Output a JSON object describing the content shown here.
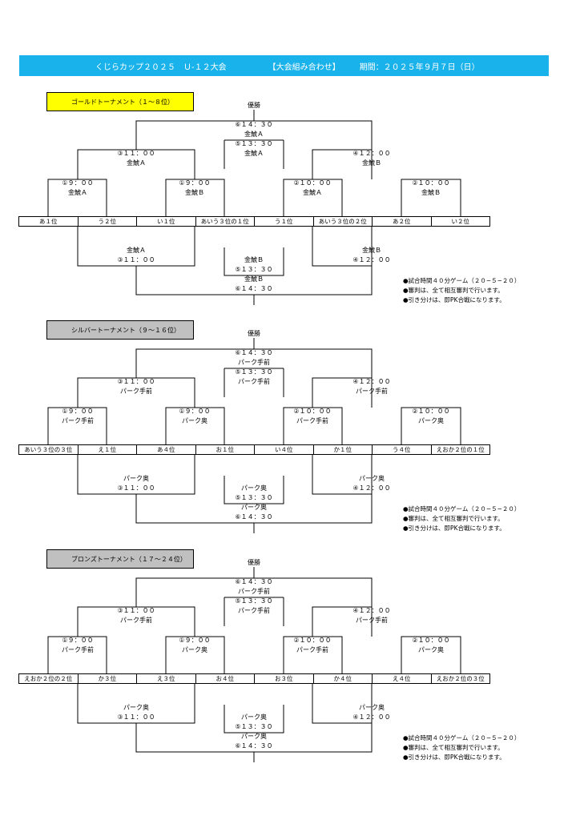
{
  "header": {
    "title": "くじらカップ２０２５　Ｕ-１２大会",
    "subtitle": "【大会組み合わせ】",
    "period": "期間：２０２５年９月７日（日）"
  },
  "notes": [
    "●試合時間４０分ゲーム（２０−５−２０）",
    "●審判は、全て相互審判で行います。",
    "●引き分けは、即PK合戦になります。"
  ],
  "sections": [
    {
      "name": "ゴールドトーナメント（１〜８位）",
      "color": "#ffff00",
      "champion": "優勝",
      "final_time": "⑥１４：３０",
      "final_court": "金鯱Ａ",
      "third_time": "⑤１３：３０",
      "third_court": "金鯱Ａ",
      "semi": [
        {
          "time": "③１１：００",
          "court": "金鯱Ａ"
        },
        {
          "time": "④１２：００",
          "court": "金鯱Ｂ"
        }
      ],
      "qf": [
        {
          "time": "①９：００",
          "court": "金鯱Ａ"
        },
        {
          "time": "①９：００",
          "court": "金鯱Ｂ"
        },
        {
          "time": "②１０：００",
          "court": "金鯱Ａ"
        },
        {
          "time": "②１０：００",
          "court": "金鯱Ｂ"
        }
      ],
      "seeds": [
        "あ１位",
        "う２位",
        "い１位",
        "あいう３位の１位",
        "う１位",
        "あいう３位の２位",
        "あ２位",
        "い２位"
      ],
      "lower_left": {
        "court": "金鯱Ａ",
        "time": "③１１：００"
      },
      "lower_right": {
        "court": "金鯱Ｂ",
        "time": "④１２：００"
      },
      "lower_mid_court": "金鯱Ｂ",
      "lower_mid_time": "⑤１３：３０",
      "lower_final_court": "金鯱Ｂ",
      "lower_final_time": "⑥１４：３０"
    },
    {
      "name": "シルバートーナメント（９〜１６位）",
      "color": "#c0c0c0",
      "champion": "優勝",
      "final_time": "⑥１４：３０",
      "final_court": "パーク手前",
      "third_time": "⑤１３：３０",
      "third_court": "パーク手前",
      "semi": [
        {
          "time": "③１１：００",
          "court": "パーク手前"
        },
        {
          "time": "④１２：００",
          "court": "パーク手前"
        }
      ],
      "qf": [
        {
          "time": "①９：００",
          "court": "パーク手前"
        },
        {
          "time": "①９：００",
          "court": "パーク奥"
        },
        {
          "time": "②１０：００",
          "court": "パーク手前"
        },
        {
          "time": "②１０：００",
          "court": "パーク奥"
        }
      ],
      "seeds": [
        "あいう３位の３位",
        "え１位",
        "あ４位",
        "お１位",
        "い４位",
        "か１位",
        "う４位",
        "えおか２位の１位"
      ],
      "lower_left": {
        "court": "パーク奥",
        "time": "③１１：００"
      },
      "lower_right": {
        "court": "パーク奥",
        "time": "④１２：００"
      },
      "lower_mid_court": "パーク奥",
      "lower_mid_time": "⑤１３：３０",
      "lower_final_court": "パーク奥",
      "lower_final_time": "⑥１４：３０"
    },
    {
      "name": "ブロンズトーナメント（１７〜２４位）",
      "color": "#c0c0c0",
      "champion": "優勝",
      "final_time": "⑥１４：３０",
      "final_court": "パーク手前",
      "third_time": "⑤１３：３０",
      "third_court": "パーク手前",
      "semi": [
        {
          "time": "③１１：００",
          "court": "パーク手前"
        },
        {
          "time": "④１２：００",
          "court": "パーク手前"
        }
      ],
      "qf": [
        {
          "time": "①９：００",
          "court": "パーク手前"
        },
        {
          "time": "①９：００",
          "court": "パーク奥"
        },
        {
          "time": "②１０：００",
          "court": "パーク手前"
        },
        {
          "time": "②１０：００",
          "court": "パーク奥"
        }
      ],
      "seeds": [
        "えおか２位の２位",
        "か３位",
        "え３位",
        "お４位",
        "お３位",
        "か４位",
        "え４位",
        "えおか２位の３位"
      ],
      "lower_left": {
        "court": "パーク奥",
        "time": "③１１：００"
      },
      "lower_right": {
        "court": "パーク奥",
        "time": "④１２：００"
      },
      "lower_mid_court": "パーク奥",
      "lower_mid_time": "⑤１３：３０",
      "lower_final_court": "パーク奥",
      "lower_final_time": "⑥１４：３０"
    }
  ]
}
